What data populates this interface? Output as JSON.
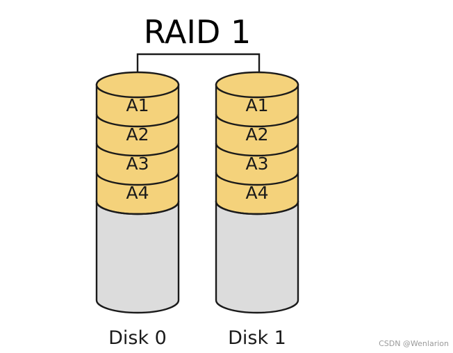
{
  "title": "RAID 1",
  "colors": {
    "data_block": "#f4d27b",
    "empty_space": "#dcdcdc",
    "outline": "#1a1a1a",
    "background": "#ffffff"
  },
  "disks": [
    {
      "label": "Disk 0",
      "blocks": [
        "A1",
        "A2",
        "A3",
        "A4"
      ]
    },
    {
      "label": "Disk 1",
      "blocks": [
        "A1",
        "A2",
        "A3",
        "A4"
      ]
    }
  ],
  "watermark": "CSDN @Wenlarion"
}
